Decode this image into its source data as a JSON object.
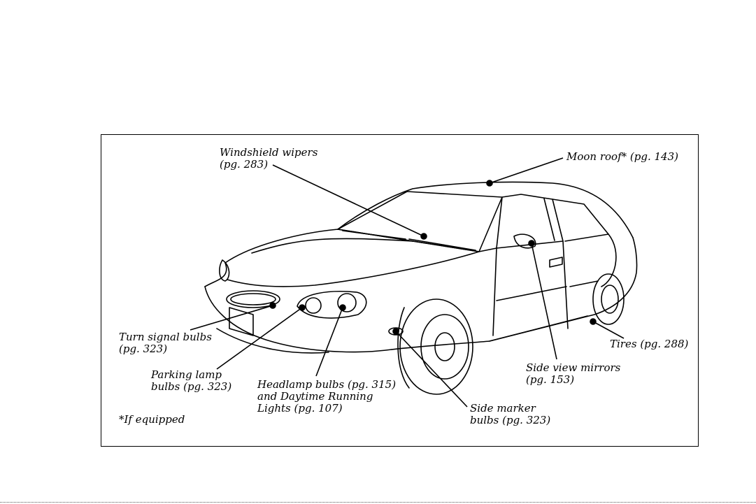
{
  "labels": {
    "windshield_wipers": [
      "Windshield wipers",
      "(pg. 283)"
    ],
    "moon_roof": [
      "Moon roof* (pg. 143)"
    ],
    "turn_signal": [
      "Turn signal bulbs",
      "(pg. 323)"
    ],
    "parking_lamp": [
      "Parking lamp",
      "bulbs (pg. 323)"
    ],
    "headlamp": [
      "Headlamp bulbs (pg. 315)",
      "and Daytime Running",
      "Lights (pg. 107)"
    ],
    "side_marker": [
      "Side marker",
      "bulbs (pg. 323)"
    ],
    "side_view_mirrors": [
      "Side view mirrors",
      "(pg. 153)"
    ],
    "tires": [
      "Tires (pg. 288)"
    ]
  },
  "footnote": "*If equipped"
}
